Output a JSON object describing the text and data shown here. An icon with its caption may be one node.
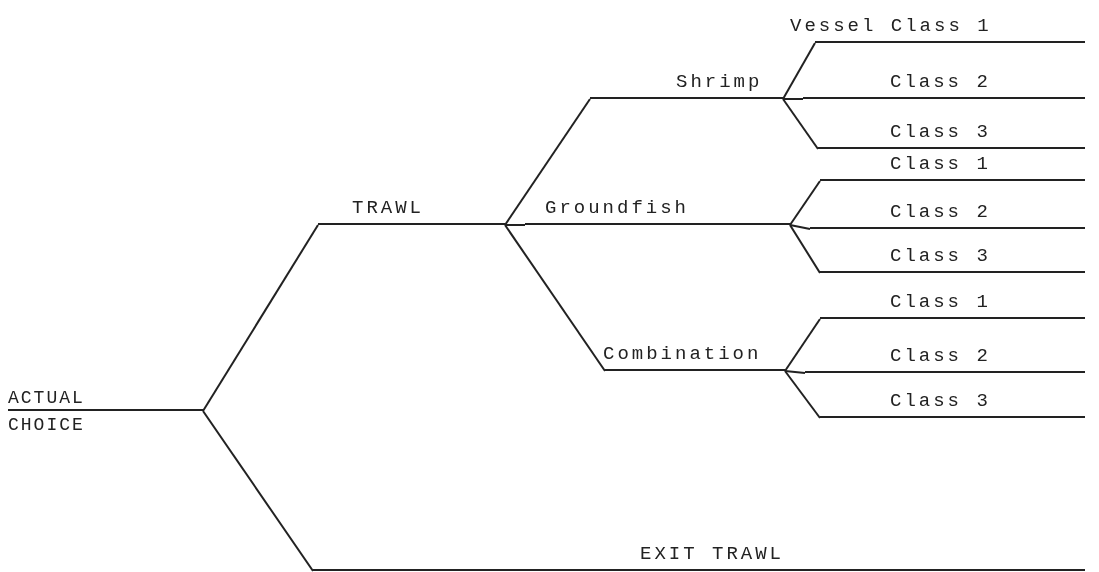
{
  "diagram": {
    "nodes": [
      {
        "text": [
          "ACTUAL CHOICE"
        ]
      },
      {
        "text": [
          "TRAWL"
        ]
      },
      {
        "text": [
          "Shrimp"
        ]
      },
      {
        "text": [
          "Vessel Class 1"
        ]
      },
      {
        "text": [
          "Class 2"
        ]
      },
      {
        "text": [
          "Class 3"
        ]
      },
      {
        "text": [
          "Groundfish"
        ]
      },
      {
        "text": [
          "Class 1"
        ]
      },
      {
        "text": [
          "Class 2"
        ]
      },
      {
        "text": [
          "Class 3"
        ]
      },
      {
        "text": [
          "Combination"
        ]
      },
      {
        "text": [
          "Class 1"
        ]
      },
      {
        "text": [
          "Class 2"
        ]
      },
      {
        "text": [
          "Class 3"
        ]
      },
      {
        "text": [
          "EXIT TRAWL"
        ]
      }
    ],
    "edges": [
      {
        "from": 0,
        "to": 1,
        "arrow": "none"
      },
      {
        "from": 0,
        "to": 14,
        "arrow": "none"
      },
      {
        "from": 1,
        "to": 2,
        "arrow": "none"
      },
      {
        "from": 1,
        "to": 6,
        "arrow": "none"
      },
      {
        "from": 1,
        "to": 10,
        "arrow": "none"
      },
      {
        "from": 2,
        "to": 3,
        "arrow": "none"
      },
      {
        "from": 2,
        "to": 4,
        "arrow": "none"
      },
      {
        "from": 2,
        "to": 5,
        "arrow": "none"
      },
      {
        "from": 6,
        "to": 7,
        "arrow": "none"
      },
      {
        "from": 6,
        "to": 8,
        "arrow": "none"
      },
      {
        "from": 6,
        "to": 9,
        "arrow": "none"
      },
      {
        "from": 10,
        "to": 11,
        "arrow": "none"
      },
      {
        "from": 10,
        "to": 12,
        "arrow": "none"
      },
      {
        "from": 10,
        "to": 13,
        "arrow": "none"
      }
    ]
  }
}
